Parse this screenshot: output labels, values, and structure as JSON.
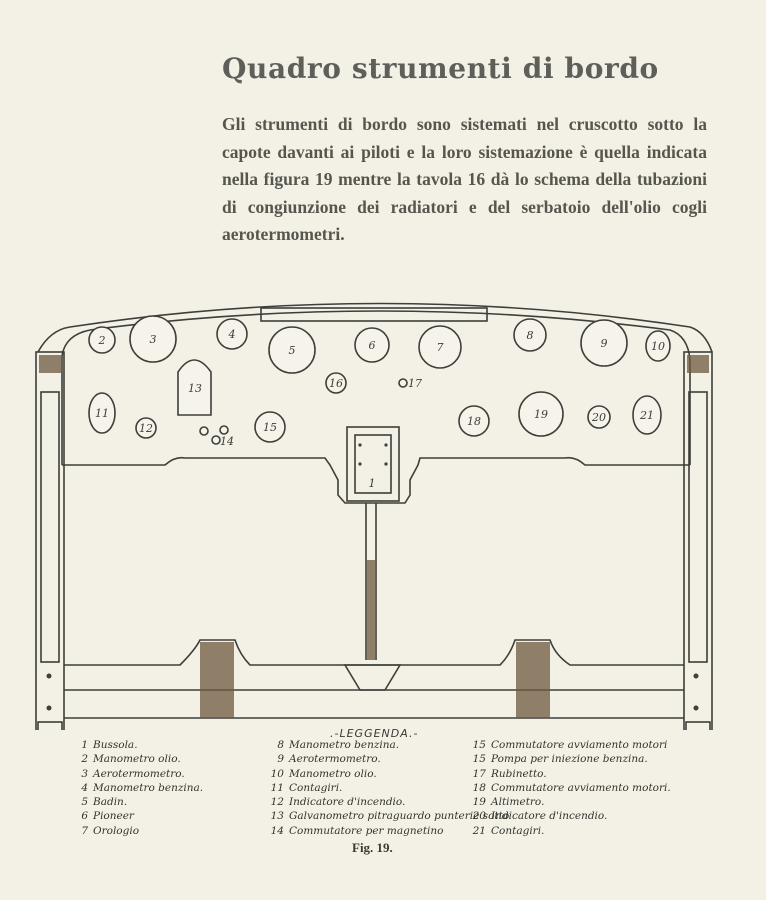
{
  "title": "Quadro strumenti di bordo",
  "paragraph": "Gli strumenti di bordo sono sistemati nel cruscotto sotto la capote davanti ai piloti e la loro sistemazione è quella indicata nella figura 19 mentre la tavola 16 dà lo schema della tubazioni di congiunzione dei radiatori e del serbatoio dell'olio cogli aerotermometri.",
  "figure": {
    "instrument_labels": [
      "1",
      "2",
      "3",
      "4",
      "5",
      "6",
      "7",
      "8",
      "9",
      "10",
      "11",
      "12",
      "13",
      "14",
      "15",
      "16",
      "17",
      "18",
      "19",
      "20",
      "21"
    ],
    "legend_title": ".-LEGGENDA.-",
    "legend": {
      "col1": [
        {
          "num": "1",
          "text": "Bussola."
        },
        {
          "num": "2",
          "text": "Manometro olio."
        },
        {
          "num": "3",
          "text": "Aerotermometro."
        },
        {
          "num": "4",
          "text": "Manometro benzina."
        },
        {
          "num": "5",
          "text": "Badin."
        },
        {
          "num": "6",
          "text": "Pioneer"
        },
        {
          "num": "7",
          "text": "Orologio"
        }
      ],
      "col2": [
        {
          "num": "8",
          "text": "Manometro benzina."
        },
        {
          "num": "9",
          "text": "Aerotermometro."
        },
        {
          "num": "10",
          "text": "Manometro olio."
        },
        {
          "num": "11",
          "text": "Contagiri."
        },
        {
          "num": "12",
          "text": "Indicatore d'incendio."
        },
        {
          "num": "13",
          "text": "Galvanometro pitraguardo punterie sotto"
        },
        {
          "num": "14",
          "text": "Commutatore per magnetino"
        }
      ],
      "col3": [
        {
          "num": "15",
          "text": "Commutatore avviamento motori"
        },
        {
          "num": "15",
          "text": "Pompa per iniezione benzina."
        },
        {
          "num": "17",
          "text": "Rubinetto."
        },
        {
          "num": "18",
          "text": "Commutatore avviamento motori."
        },
        {
          "num": "19",
          "text": "Altimetro."
        },
        {
          "num": "20",
          "text": "Indicatore d'incendio."
        },
        {
          "num": "21",
          "text": "Contagiri."
        }
      ]
    },
    "caption": "Fig. 19."
  },
  "colors": {
    "paper": "#f3f0e6",
    "ink": "#3a3a36",
    "heading": "#5f5f5a",
    "wood": "#6f5a3e"
  }
}
